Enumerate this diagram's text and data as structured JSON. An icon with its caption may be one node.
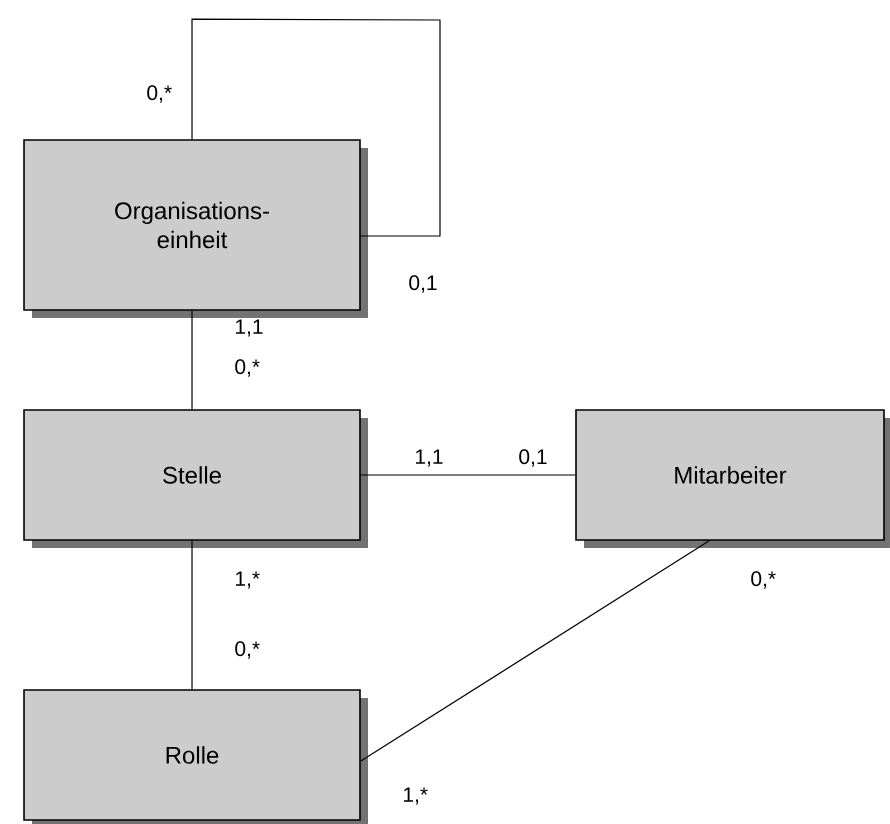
{
  "diagram": {
    "nodes": [
      {
        "text": [
          "Organisations- einheit"
        ]
      },
      {
        "text": [
          "Stelle"
        ]
      },
      {
        "text": [
          "Mitarbeiter"
        ]
      },
      {
        "text": [
          "Rolle"
        ]
      }
    ],
    "edges": [
      {
        "from": 0,
        "to": 0,
        "arrow": "none"
      },
      {
        "from": 0,
        "to": 1,
        "arrow": "none"
      },
      {
        "from": 1,
        "to": 2,
        "arrow": "none"
      },
      {
        "from": 1,
        "to": 3,
        "arrow": "none"
      },
      {
        "from": 2,
        "to": 3,
        "arrow": "none"
      }
    ],
    "labels": [
      "0,*",
      "0,1",
      "1,1",
      "0,*",
      "1,1",
      "0,1",
      "1,*",
      "0,*",
      "0,*",
      "1,*"
    ]
  }
}
